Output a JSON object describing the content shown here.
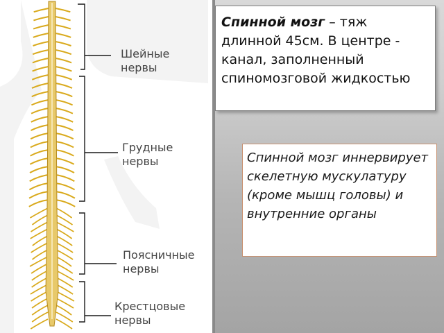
{
  "diagram": {
    "labels": {
      "cervical": [
        "Шейные",
        "нервы"
      ],
      "thoracic": [
        "Грудные",
        "нервы"
      ],
      "lumbar": [
        "Поясничные",
        "нервы"
      ],
      "sacral": [
        "Крестцовые",
        "нервы"
      ]
    }
  },
  "info_box": {
    "term": "Спинной мозг",
    "definition": " – тяж длинной 45см. В центре - канал, заполненный спиномозговой жидкостью"
  },
  "innervation_box": {
    "text": "Спинной мозг иннервирует скелетную мускулатуру (кроме мышц головы) и внутренние органы"
  },
  "colors": {
    "nerve": "#d9a91a",
    "cord": "#e8c96a",
    "bracket": "#1a1a1a"
  }
}
